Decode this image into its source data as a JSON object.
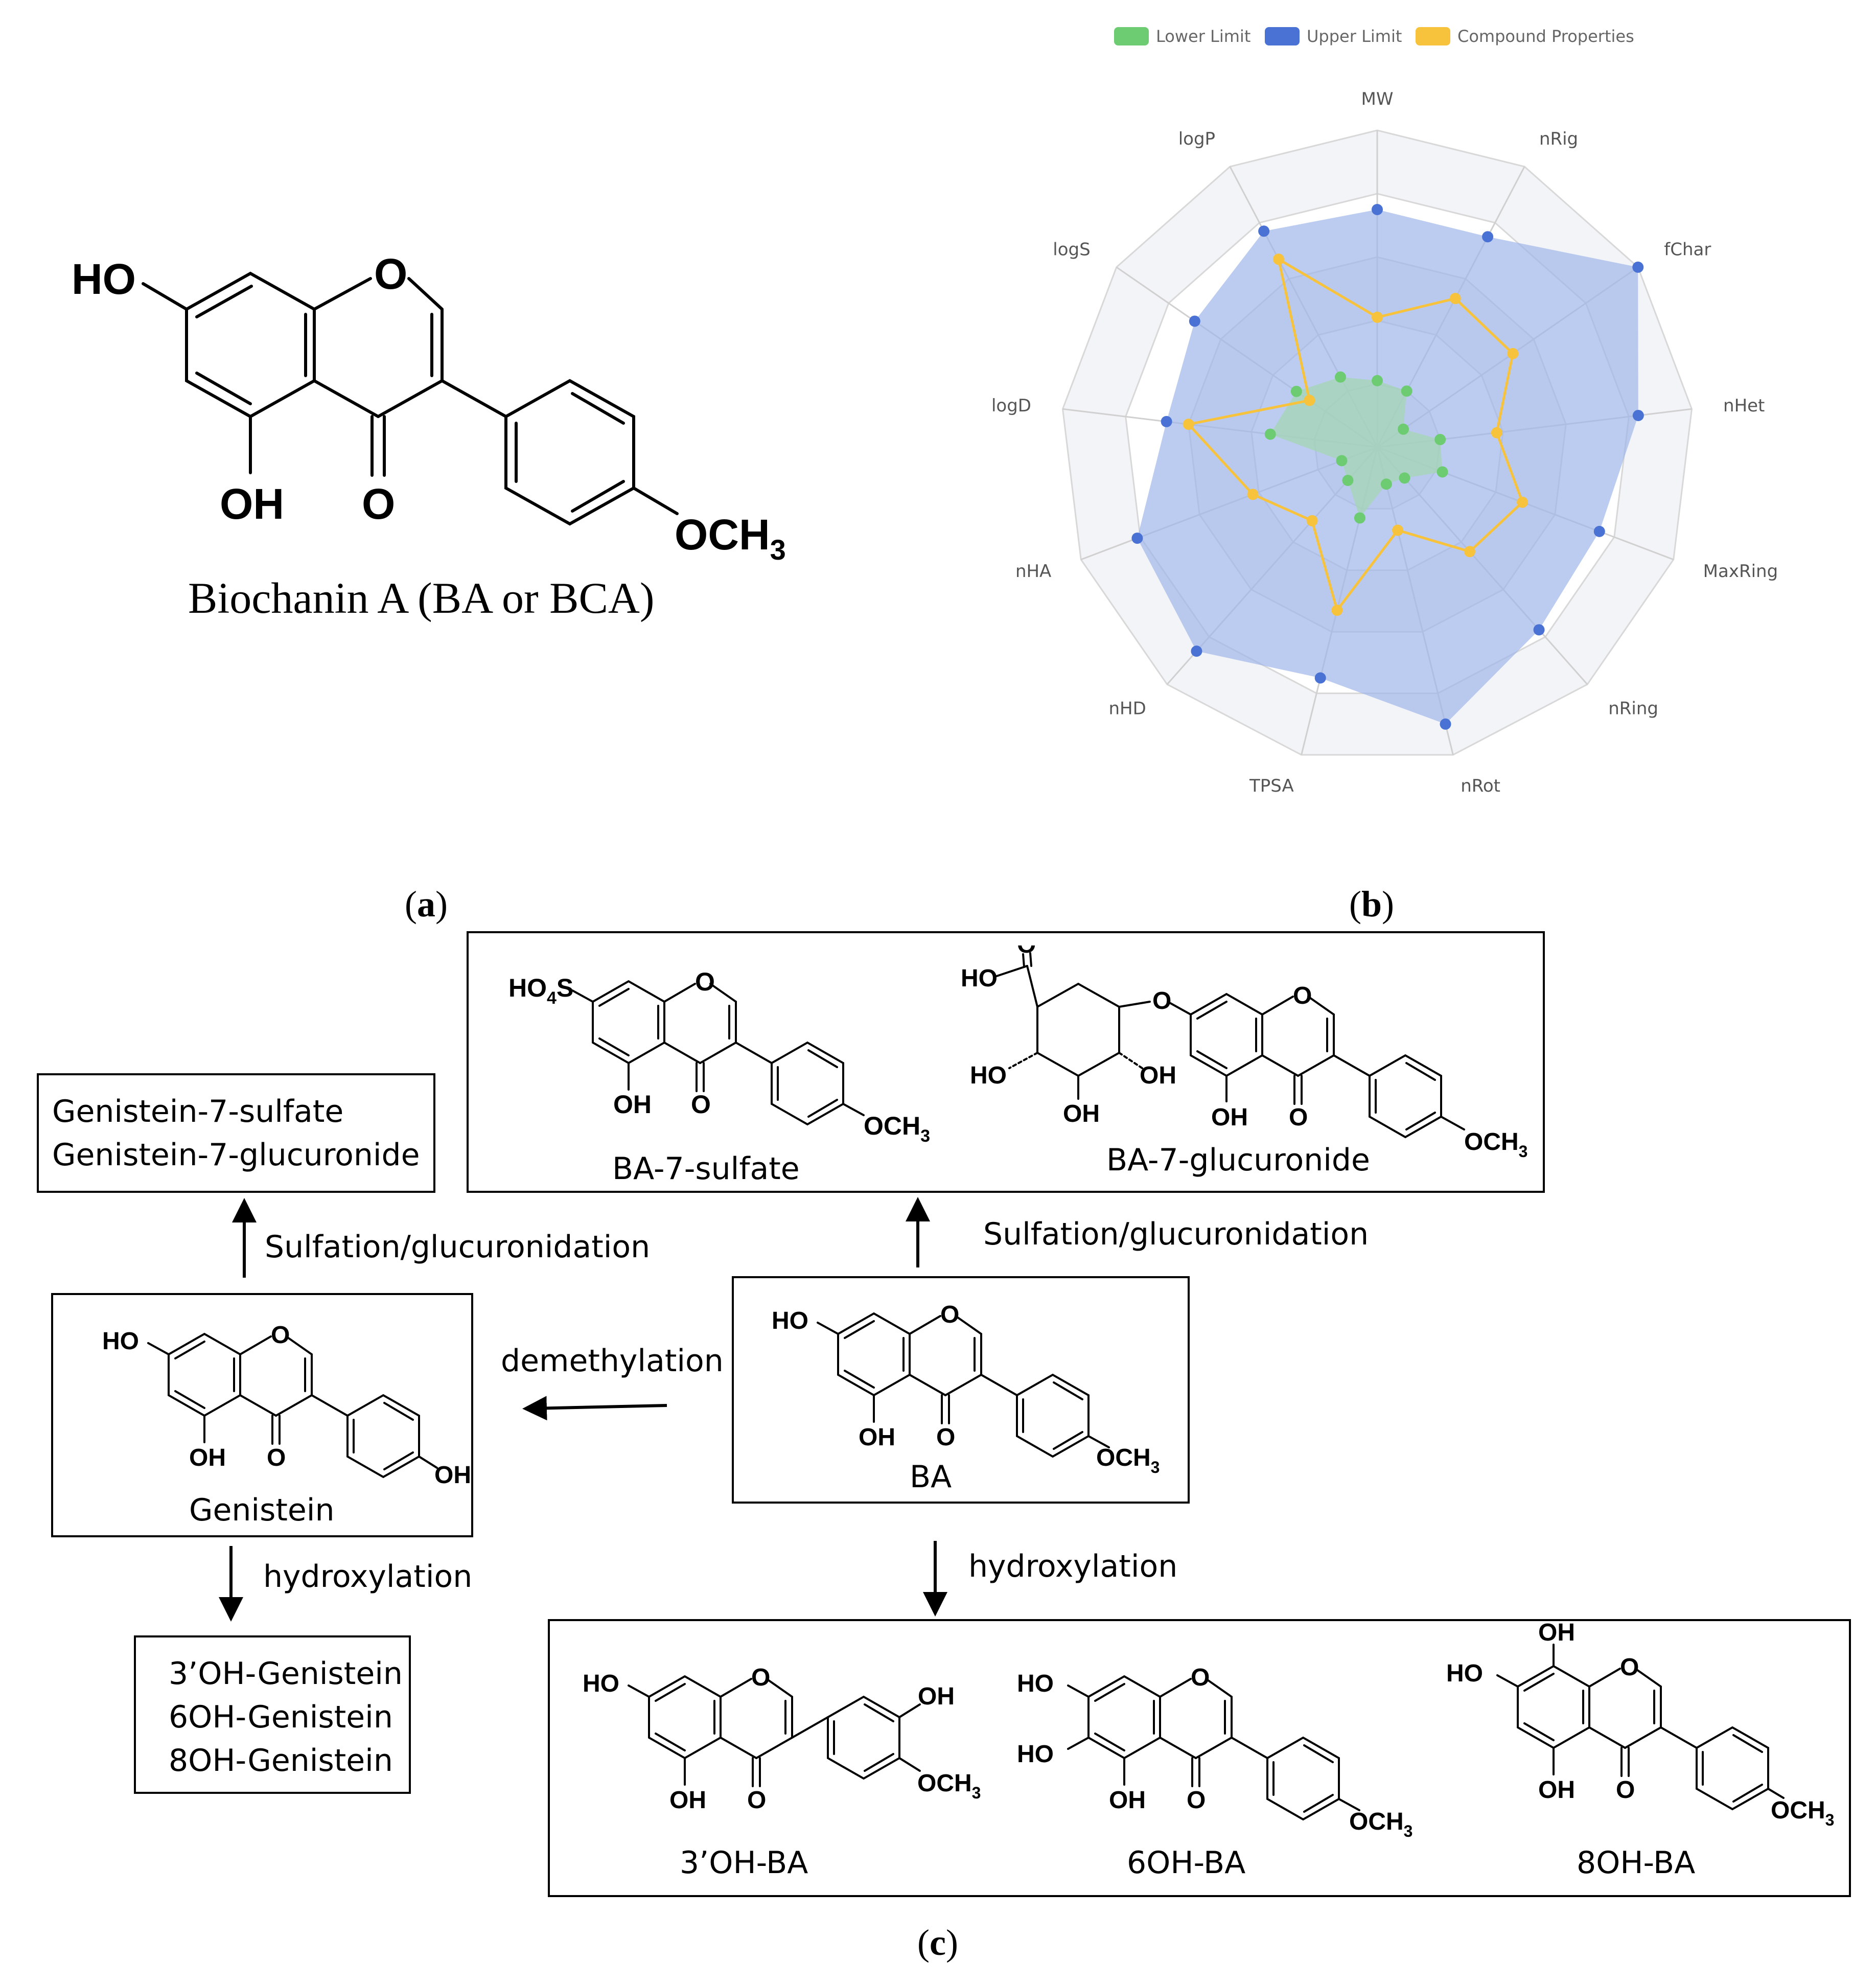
{
  "panels": {
    "a": {
      "label": "a",
      "caption": "Biochanin A (BA or BCA)"
    },
    "b": {
      "label": "b"
    },
    "c": {
      "label": "c"
    }
  },
  "colors": {
    "lower": "#6dcc72",
    "upper": "#4a72d4",
    "compound": "#f8c33c",
    "upper_fill": "#9fb6ea",
    "lower_fill": "#a5d6b4"
  },
  "chart_data": {
    "type": "radar",
    "legend": [
      {
        "name": "Lower Limit",
        "color": "#6dcc72"
      },
      {
        "name": "Upper Limit",
        "color": "#4a72d4"
      },
      {
        "name": "Compound Properties",
        "color": "#f8c33c"
      }
    ],
    "legend_position": "top-right",
    "axes": [
      "MW",
      "nRig",
      "fChar",
      "nHet",
      "MaxRing",
      "nRing",
      "nRot",
      "TPSA",
      "nHD",
      "nHA",
      "logD",
      "logS",
      "logP"
    ],
    "range": [
      0,
      1
    ],
    "series": [
      {
        "name": "Lower Limit",
        "values": [
          0.21,
          0.2,
          0.1,
          0.2,
          0.22,
          0.13,
          0.12,
          0.23,
          0.14,
          0.12,
          0.34,
          0.31,
          0.25
        ]
      },
      {
        "name": "Upper Limit",
        "values": [
          0.75,
          0.75,
          1.0,
          0.83,
          0.75,
          0.77,
          0.9,
          0.75,
          0.86,
          0.81,
          0.67,
          0.7,
          0.77
        ]
      },
      {
        "name": "Compound Properties",
        "values": [
          0.41,
          0.53,
          0.52,
          0.38,
          0.49,
          0.44,
          0.27,
          0.53,
          0.31,
          0.42,
          0.6,
          0.26,
          0.67
        ]
      }
    ]
  },
  "pathway": {
    "conjugates_box": {
      "items": [
        "Genistein-7-sulfate",
        "Genistein-7-glucuronide"
      ]
    },
    "arrow_labels": {
      "sulf_left": "Sulfation/glucuronidation",
      "sulf_right": "Sulfation/glucuronidation",
      "demethylation": "demethylation",
      "hydrox_left": "hydroxylation",
      "hydrox_right": "hydroxylation"
    },
    "genistein_box": {
      "name": "Genistein"
    },
    "ba_box": {
      "name": "BA"
    },
    "top_box": {
      "names": [
        "BA-7-sulfate",
        "BA-7-glucuronide"
      ]
    },
    "hydroxy_genistein_box": {
      "items": [
        "3’OH-Genistein",
        "6OH-Genistein",
        "8OH-Genistein"
      ]
    },
    "hydroxy_ba_box": {
      "names": [
        "3’OH-BA",
        "6OH-BA",
        "8OH-BA"
      ]
    }
  },
  "chem": {
    "HO": "HO",
    "OH": "OH",
    "O": "O",
    "OCH": "OCH",
    "sub3": "3",
    "HO4S": "HO",
    "sub4": "4",
    "S": "S"
  }
}
